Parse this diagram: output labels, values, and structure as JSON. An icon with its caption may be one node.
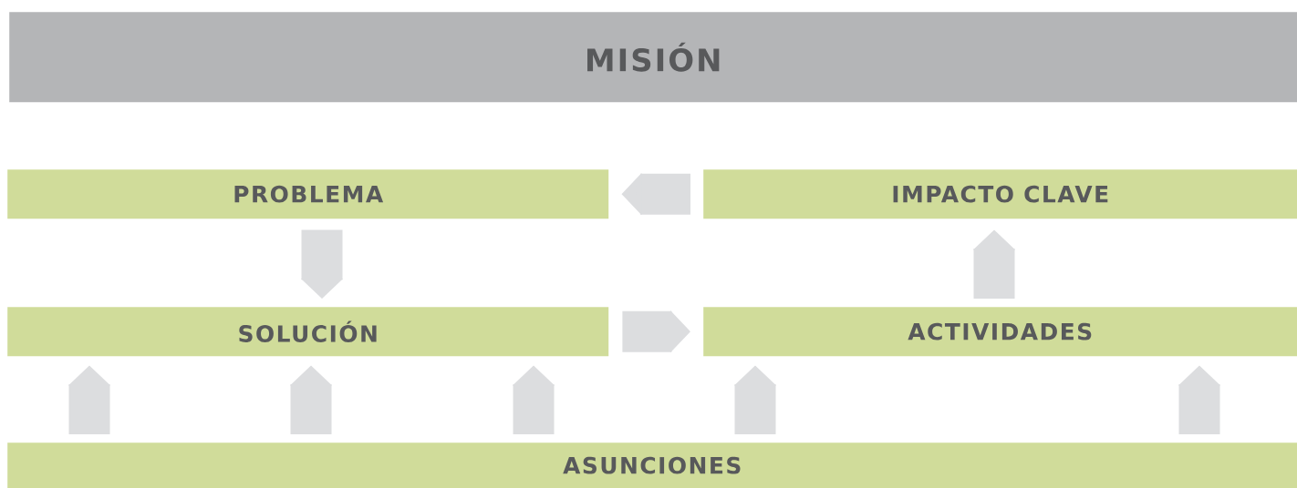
{
  "diagram": {
    "nodes": [
      {
        "text": [
          "MISIÓN"
        ]
      },
      {
        "text": [
          "PROBLEMA"
        ]
      },
      {
        "text": [
          "IMPACTO CLAVE"
        ]
      },
      {
        "text": [
          "SOLUCIÓN"
        ]
      },
      {
        "text": [
          "ACTIVIDADES"
        ]
      },
      {
        "text": [
          "ASUNCIONES"
        ]
      }
    ],
    "edges": [
      {
        "from": 2,
        "to": 1,
        "arrow": "to"
      },
      {
        "from": 1,
        "to": 3,
        "arrow": "to"
      },
      {
        "from": 3,
        "to": 4,
        "arrow": "to"
      },
      {
        "from": 4,
        "to": 2,
        "arrow": "to"
      },
      {
        "from": 5,
        "to": 3,
        "arrow": "to"
      },
      {
        "from": 5,
        "to": 3,
        "arrow": "to"
      },
      {
        "from": 5,
        "to": 3,
        "arrow": "to"
      },
      {
        "from": 5,
        "to": 4,
        "arrow": "to"
      },
      {
        "from": 5,
        "to": 4,
        "arrow": "to"
      }
    ]
  }
}
